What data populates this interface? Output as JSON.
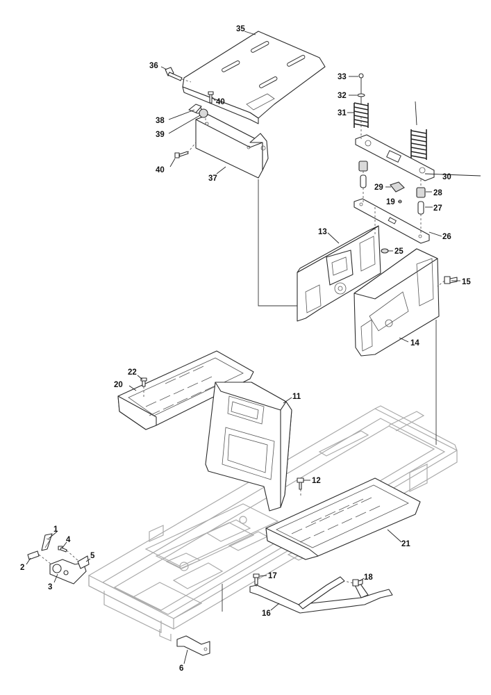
{
  "diagram": {
    "callouts": {
      "c1": "1",
      "c2": "2",
      "c3": "3",
      "c4": "4",
      "c5": "5",
      "c6": "6",
      "c11": "11",
      "c12": "12",
      "c13": "13",
      "c14": "14",
      "c15": "15",
      "c16": "16",
      "c17": "17",
      "c18": "18",
      "c19": "19",
      "c20": "20",
      "c21": "21",
      "c22": "22",
      "c25": "25",
      "c26": "26",
      "c27": "27",
      "c28": "28",
      "c29": "29",
      "c30": "30",
      "c31": "31",
      "c32": "32",
      "c33": "33",
      "c35": "35",
      "c36": "36",
      "c37": "37",
      "c38": "38",
      "c39": "39",
      "c40a": "40",
      "c40b": "40"
    },
    "colors": {
      "line": "#2b2b2b",
      "frame": "#a9a9a9",
      "background": "#ffffff"
    }
  }
}
